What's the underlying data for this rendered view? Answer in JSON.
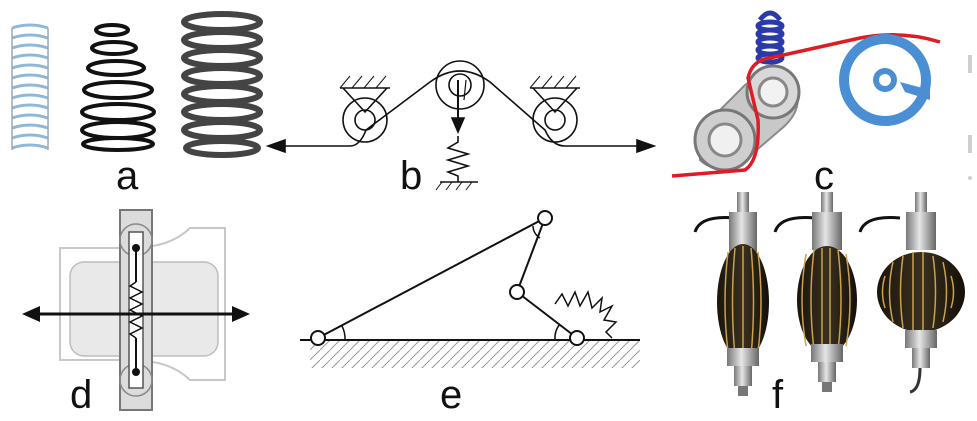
{
  "panels": [
    {
      "id": "a",
      "label": "a",
      "subject": "coil-springs"
    },
    {
      "id": "b",
      "label": "b",
      "subject": "belt-tensioner-spring-schematic"
    },
    {
      "id": "c",
      "label": "c",
      "subject": "pulley-tensioner-with-spring"
    },
    {
      "id": "d",
      "label": "d",
      "subject": "slotted-plate-spring-mechanism"
    },
    {
      "id": "e",
      "label": "e",
      "subject": "linkage-with-spring"
    },
    {
      "id": "f",
      "label": "f",
      "subject": "ribbed-bulb-sensors"
    }
  ],
  "colors": {
    "line": "#111111",
    "spring_grey": "#6b6b6b",
    "spring_blue": "#8fb8d8",
    "belt_red": "#e01b24",
    "spring_navy": "#2a3aa8",
    "pulley_blue": "#4a8fd4",
    "bulb_dark": "#2a2418",
    "bulb_rib": "#c9a24a",
    "metal": "#b8b8b8"
  }
}
